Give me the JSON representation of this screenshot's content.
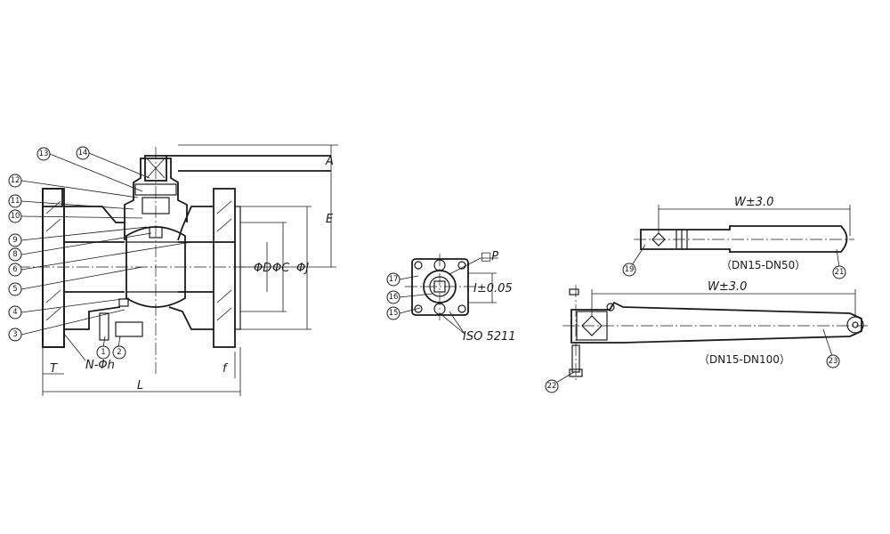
{
  "section_view": {
    "part_numbers": [
      "1",
      "2",
      "3",
      "4",
      "5",
      "6",
      "8",
      "9",
      "10",
      "11",
      "12",
      "13",
      "14"
    ],
    "dims": {
      "A": "A",
      "E": "E",
      "D": "ΦD",
      "C": "ΦC",
      "J": "ΦJ",
      "T": "T",
      "bolts": "N-Φh",
      "L": "L",
      "f": "f"
    }
  },
  "flange_top_view": {
    "part_numbers": [
      "17",
      "16",
      "15"
    ],
    "dims": {
      "square": "□P",
      "tolerance": "I±0.05",
      "standard": "ISO 5211"
    }
  },
  "handle_small": {
    "dim": "W±3.0",
    "range": "（DN15-DN50）",
    "part_numbers": [
      "19",
      "21"
    ]
  },
  "handle_large": {
    "dim": "W±3.0",
    "range": "（DN15-DN100）",
    "part_numbers": [
      "22",
      "23"
    ]
  }
}
